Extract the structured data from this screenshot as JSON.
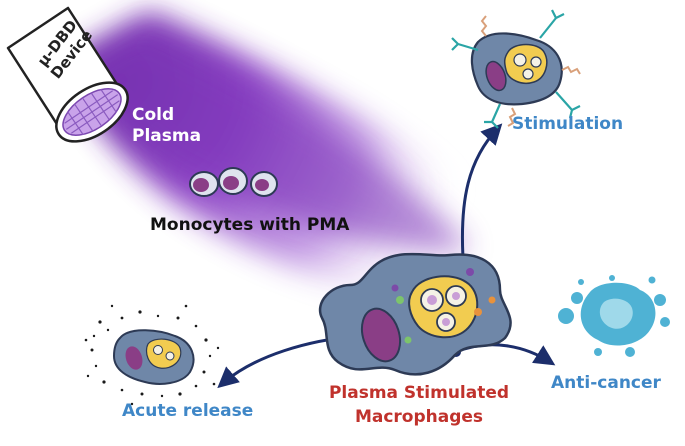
{
  "device": {
    "line1": "μ-DBD",
    "line2": "Device"
  },
  "beam": {
    "line1": "Cold",
    "line2": "Plasma"
  },
  "monocytes": {
    "label": "Monocytes with PMA"
  },
  "center": {
    "line1": "Plasma Stimulated",
    "line2": "Macrophages"
  },
  "outcomes": {
    "stimulation": "Stimulation",
    "anticancer": "Anti-cancer",
    "acute": "Acute release"
  },
  "colors": {
    "plasma": "#8e3fc4",
    "cell_body": "#6f87a8",
    "cell_outline": "#2d3a55",
    "nucleus": "#8a3e86",
    "vacuole": "#f2cc50",
    "arrow": "#1c2e6b",
    "tumor": "#4fb2d4",
    "blue_label": "#3f87c7",
    "red_label": "#c0322c"
  }
}
